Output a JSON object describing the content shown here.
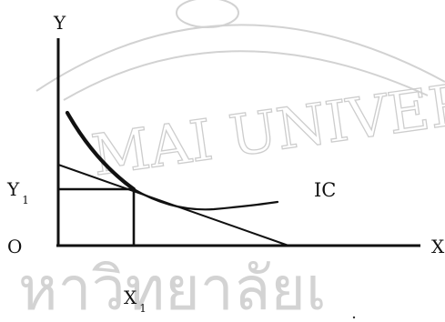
{
  "diagram": {
    "axis_y_label": "Y",
    "axis_x_label": "X",
    "origin_label": "O",
    "y1_label": "Y",
    "y1_sub": "1",
    "x1_label": "X",
    "x1_sub": "1",
    "curve_label": "IC",
    "watermark": {
      "top_text": "MAI UNIVERS",
      "bottom_text": "หาวิทยาลัยเ",
      "color": "#c8c8c8"
    },
    "line_color": "#111111"
  }
}
